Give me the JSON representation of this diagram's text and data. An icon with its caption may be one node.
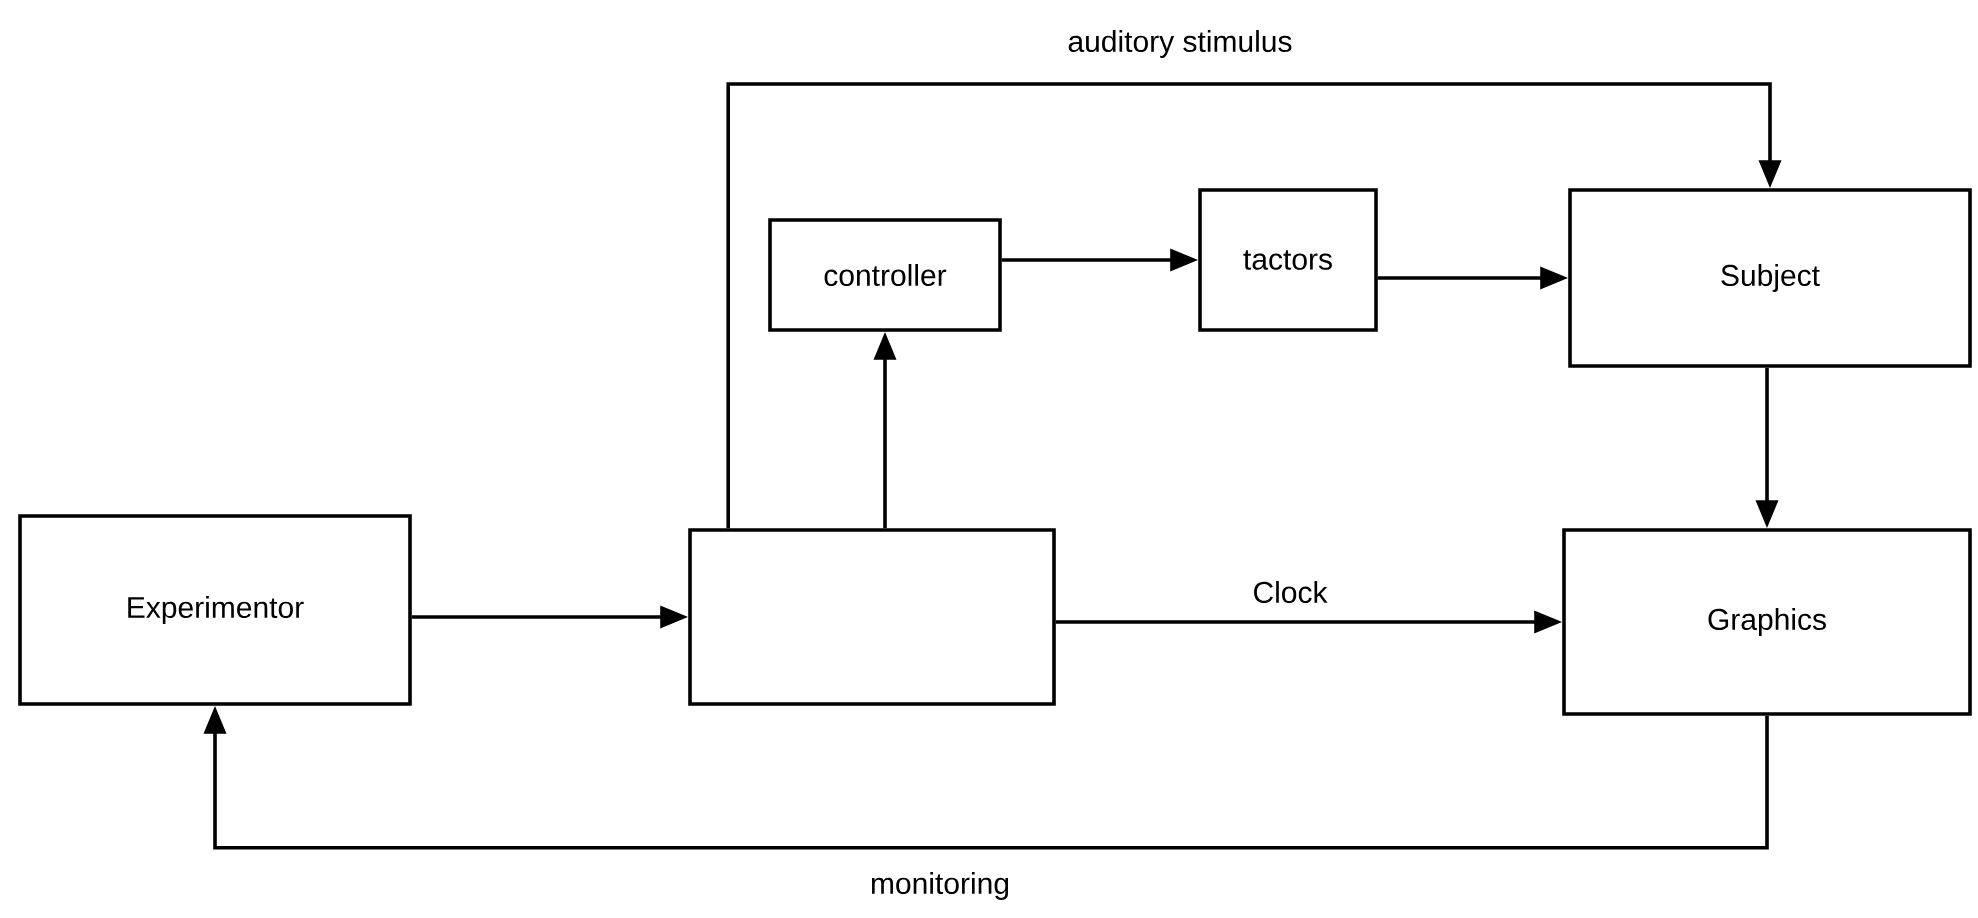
{
  "diagram": {
    "nodes": [
      {
        "text": [
          "Experimentor"
        ]
      },
      {
        "text": [],
        "shape": "box"
      },
      {
        "text": [
          "controller"
        ]
      },
      {
        "text": [
          "tactors"
        ]
      },
      {
        "text": [
          "Subject"
        ]
      },
      {
        "text": [
          "Graphics"
        ]
      }
    ],
    "edges": [
      {
        "from": 0,
        "to": 1,
        "arrow": "to"
      },
      {
        "from": 1,
        "to": 2,
        "arrow": "to"
      },
      {
        "from": 2,
        "to": 3,
        "arrow": "to"
      },
      {
        "from": 3,
        "to": 4,
        "arrow": "to"
      },
      {
        "from": 1,
        "to": 4,
        "arrow": "to",
        "label": "auditory stimulus"
      },
      {
        "from": 4,
        "to": 5,
        "arrow": "to"
      },
      {
        "from": 1,
        "to": 5,
        "arrow": "to",
        "label": "Clock"
      },
      {
        "from": 5,
        "to": 0,
        "arrow": "to",
        "label": "monitoring"
      }
    ]
  }
}
